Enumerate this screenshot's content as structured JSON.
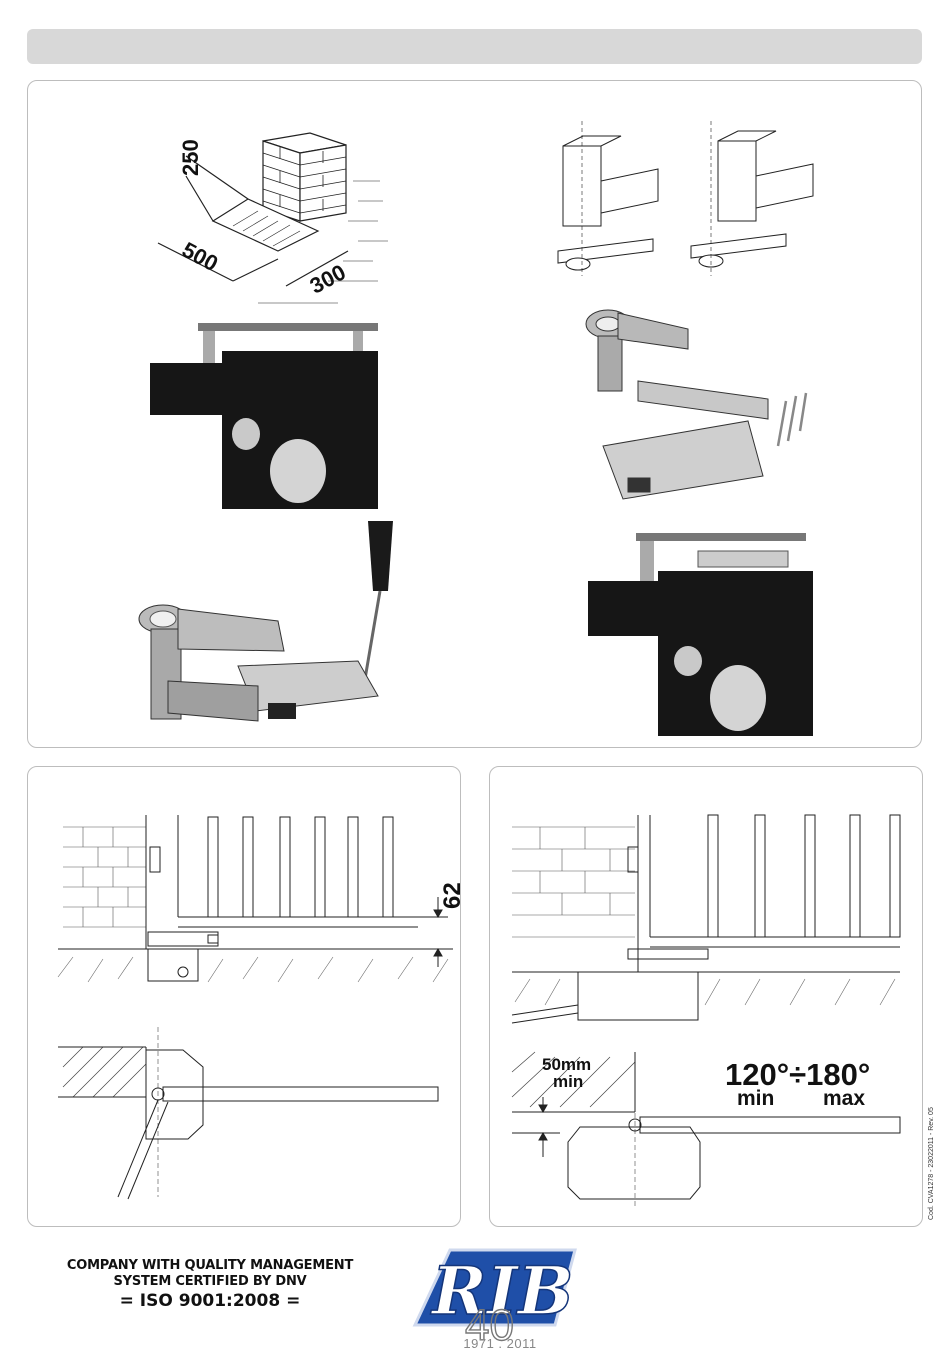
{
  "figure1": {
    "dim_height": "250",
    "dim_length": "500",
    "dim_width": "300"
  },
  "figure_bottom_left": {
    "dim_offset": "62"
  },
  "figure_bottom_right": {
    "dim_min_distance": "50mm",
    "dim_min_distance_label": "min",
    "angle_range": "120°÷180°",
    "angle_min_label": "min",
    "angle_max_label": "max"
  },
  "footer": {
    "cert_line1": "COMPANY WITH QUALITY MANAGEMENT",
    "cert_line2": "SYSTEM CERTIFIED BY DNV",
    "cert_line3": "= ISO 9001:2008 =",
    "logo_text": "RIB",
    "logo_anniversary": "40",
    "logo_years": "1971 . 2011",
    "doc_code": "Cod. CVA1278 - 23022011 - Rev. 05"
  },
  "colors": {
    "panel_border": "#bdbdbd",
    "header_bar": "#d8d8d8",
    "logo_blue": "#1f4fa8"
  }
}
